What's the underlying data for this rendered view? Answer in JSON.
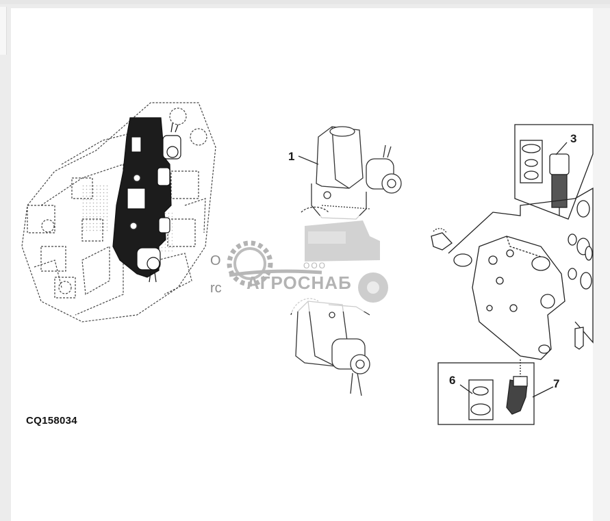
{
  "figure": {
    "id_label": "CQ158034",
    "callouts": [
      "1",
      "3",
      "6",
      "7"
    ],
    "stray_text": [
      "O",
      "rc"
    ]
  },
  "watermark": {
    "prefix": "ООО",
    "brand": "АГРОСНАБ"
  },
  "icons": [
    "valve-assembly-icon",
    "solenoid-icon",
    "cartridge-valve-icon",
    "gear-logo-icon"
  ]
}
